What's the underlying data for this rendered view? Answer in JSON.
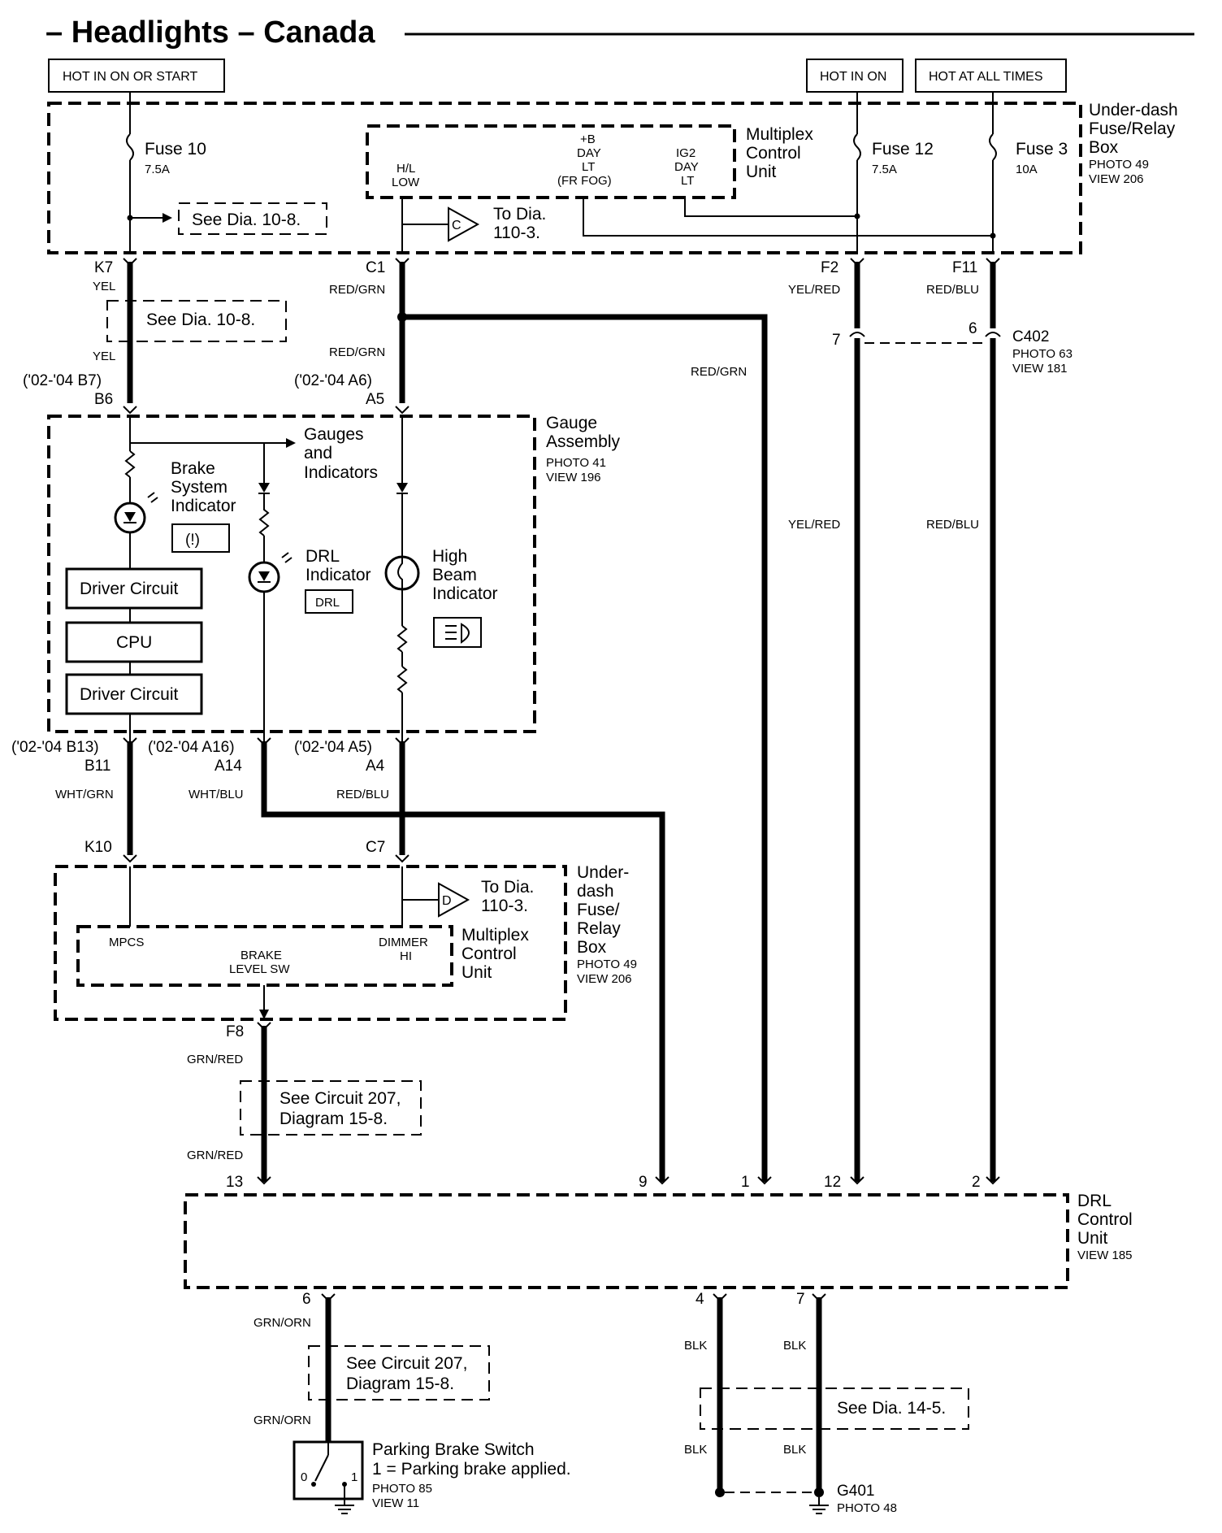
{
  "title": "– Headlights – Canada",
  "power": {
    "hot_on_start": "HOT IN ON OR START",
    "hot_on": "HOT IN ON",
    "hot_all": "HOT AT ALL TIMES"
  },
  "fuse_box_top": {
    "l1": "Under-dash",
    "l2": "Fuse/Relay",
    "l3": "Box",
    "photo": "PHOTO 49",
    "view": "VIEW 206"
  },
  "fuse10": {
    "name": "Fuse 10",
    "rating": "7.5A"
  },
  "fuse12": {
    "name": "Fuse 12",
    "rating": "7.5A"
  },
  "fuse3": {
    "name": "Fuse 3",
    "rating": "10A"
  },
  "mcu_top": {
    "l1": "Multiplex",
    "l2": "Control",
    "l3": "Unit",
    "hl1": "H/L",
    "hl2": "LOW",
    "b1": "+B",
    "b2": "DAY",
    "b3": "LT",
    "b4": "(FR FOG)",
    "ig1": "IG2",
    "ig2": "DAY",
    "ig3": "LT"
  },
  "refs": {
    "see_10_8": "See Dia. 10-8.",
    "to_dia_1": "To Dia.",
    "to_dia_2": "110-3.",
    "conn_c": "C",
    "conn_d": "D",
    "circuit_207_1": "See Circuit 207,",
    "circuit_207_2": "Diagram 15-8.",
    "see_14_5": "See Dia. 14-5."
  },
  "terminals": {
    "k7": "K7",
    "c1": "C1",
    "f2": "F2",
    "f11": "F11",
    "b7": "('02-'04 B7)",
    "b6": "B6",
    "a6": "('02-'04 A6)",
    "a5": "A5",
    "b13": "('02-'04 B13)",
    "b11": "B11",
    "a16": "('02-'04 A16)",
    "a14": "A14",
    "a5b": "('02-'04 A5)",
    "a4": "A4",
    "k10": "K10",
    "c7": "C7",
    "f8": "F8",
    "p13": "13",
    "p9": "9",
    "p1": "1",
    "p12": "12",
    "p2": "2",
    "p6": "6",
    "p4": "4",
    "p7": "7",
    "c402_7": "7",
    "c402_6": "6"
  },
  "wires": {
    "yel": "YEL",
    "red_grn": "RED/GRN",
    "yel_red": "YEL/RED",
    "red_blu": "RED/BLU",
    "wht_grn": "WHT/GRN",
    "wht_blu": "WHT/BLU",
    "grn_red": "GRN/RED",
    "grn_orn": "GRN/ORN",
    "blk": "BLK"
  },
  "c402": {
    "name": "C402",
    "photo": "PHOTO 63",
    "view": "VIEW 181"
  },
  "gauge": {
    "l1": "Gauge",
    "l2": "Assembly",
    "photo": "PHOTO 41",
    "view": "VIEW 196",
    "gi1": "Gauges",
    "gi2": "and",
    "gi3": "Indicators",
    "brake1": "Brake",
    "brake2": "System",
    "brake3": "Indicator",
    "brake_sym": "(!)",
    "drl1": "DRL",
    "drl2": "Indicator",
    "drl_sym": "DRL",
    "hb1": "High",
    "hb2": "Beam",
    "hb3": "Indicator",
    "driver1": "Driver Circuit",
    "cpu": "CPU",
    "driver2": "Driver Circuit"
  },
  "fuse_box_mid": {
    "l1": "Under-",
    "l2": "dash",
    "l3": "Fuse/",
    "l4": "Relay",
    "l5": "Box",
    "photo": "PHOTO 49",
    "view": "VIEW 206",
    "m1": "Multiplex",
    "m2": "Control",
    "m3": "Unit",
    "mpcs": "MPCS",
    "brake1": "BRAKE",
    "brake2": "LEVEL SW",
    "dim1": "DIMMER",
    "dim2": "HI"
  },
  "drl_unit": {
    "l1": "DRL",
    "l2": "Control",
    "l3": "Unit",
    "view": "VIEW 185"
  },
  "parking": {
    "name": "Parking Brake Switch",
    "desc": "1 =  Parking brake applied.",
    "photo": "PHOTO 85",
    "view": "VIEW 11",
    "pos0": "0",
    "pos1": "1"
  },
  "ground": {
    "name": "G401",
    "photo": "PHOTO 48"
  }
}
